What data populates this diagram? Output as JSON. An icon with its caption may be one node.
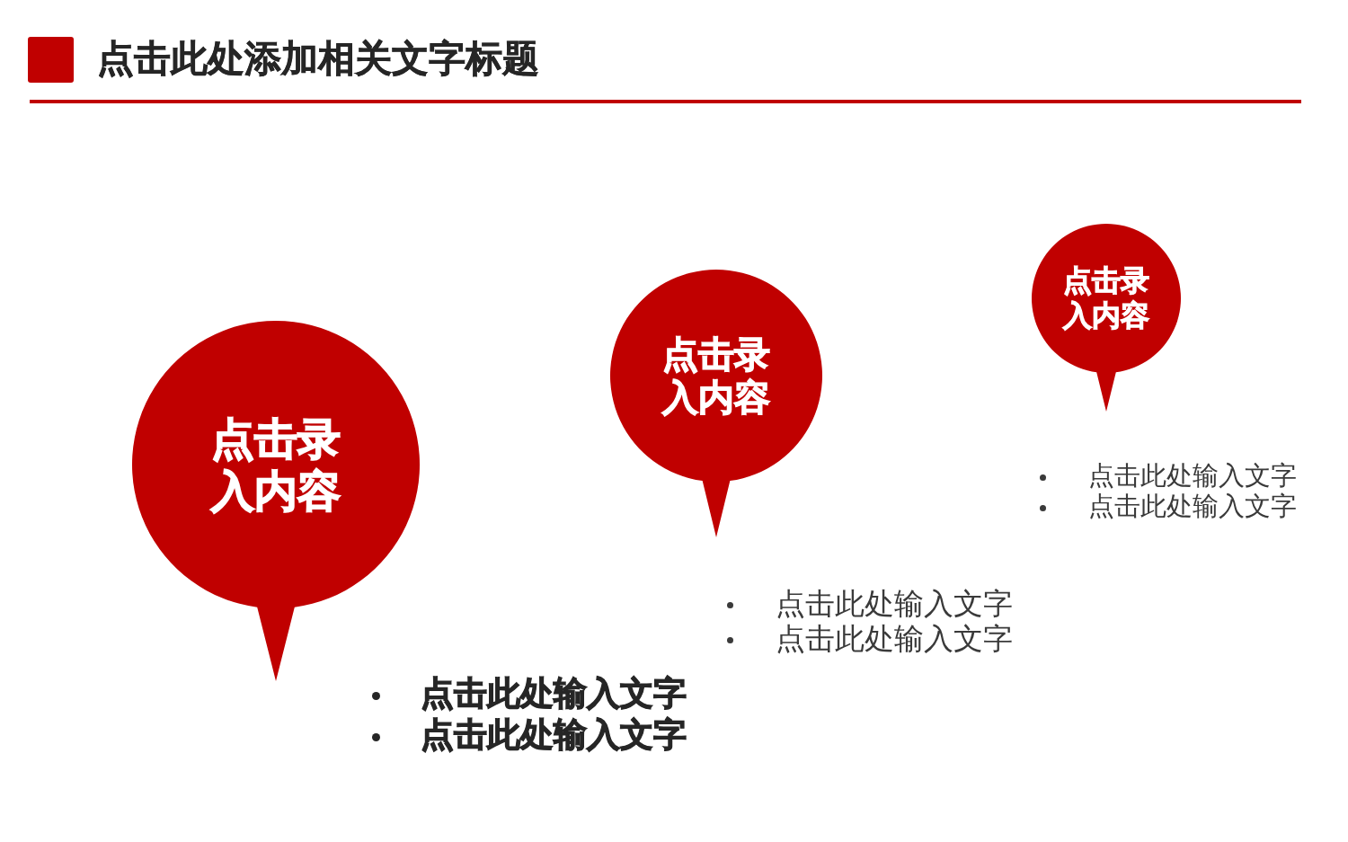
{
  "diagram": {
    "title": "点击此处添加相关文字标题",
    "nodes": [
      {
        "text": [
          "点击录入内容"
        ],
        "beside": [
          "点击此处输入文字",
          "点击此处输入文字"
        ]
      },
      {
        "text": [
          "点击录入内容"
        ],
        "beside": [
          "点击此处输入文字",
          "点击此处输入文字"
        ]
      },
      {
        "text": [
          "点击录入内容"
        ],
        "beside": [
          "点击此处输入文字",
          "点击此处输入文字"
        ]
      }
    ]
  }
}
